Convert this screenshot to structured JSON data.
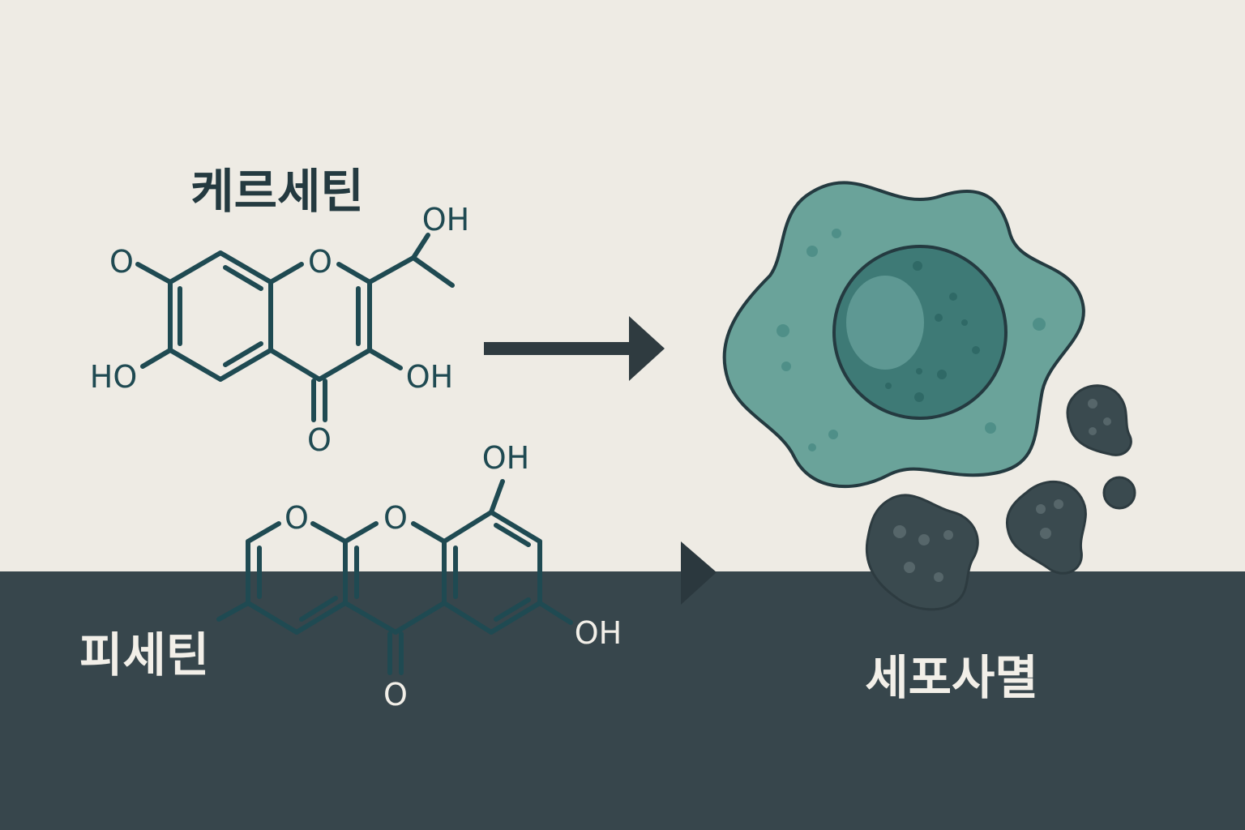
{
  "colors": {
    "background_light": "#eeebe4",
    "background_dark": "#37464c",
    "ink_dark": "#1f4a52",
    "ink_light": "#f2efe8",
    "arrow": "#2f3b40",
    "cell_fill": "#6aa39a",
    "cell_outline": "#243a40",
    "nucleus_fill": "#3e7a76",
    "nucleolus_fill": "#5e9893",
    "fragment_fill": "#3a4a4f"
  },
  "labels": {
    "quercetin": "케르세틴",
    "fisetin": "피세틴",
    "apoptosis": "세포사멸"
  },
  "quercetin_atoms": {
    "o_top_left": "O",
    "ho_left": "HO",
    "o_ring": "O",
    "oh_top_right": "OH",
    "oh_right": "OH",
    "o_carbonyl": "O"
  },
  "fisetin_atoms": {
    "o_ring_left": "O",
    "o_ring_right": "O",
    "oh_top": "OH",
    "oh_right": "OH",
    "o_carbonyl": "O"
  },
  "icons": {
    "arrow_top": "right-arrow-icon",
    "arrow_bottom": "right-triangle-arrow-icon",
    "cell": "cell-icon",
    "fragments": "apoptotic-body-icon"
  }
}
